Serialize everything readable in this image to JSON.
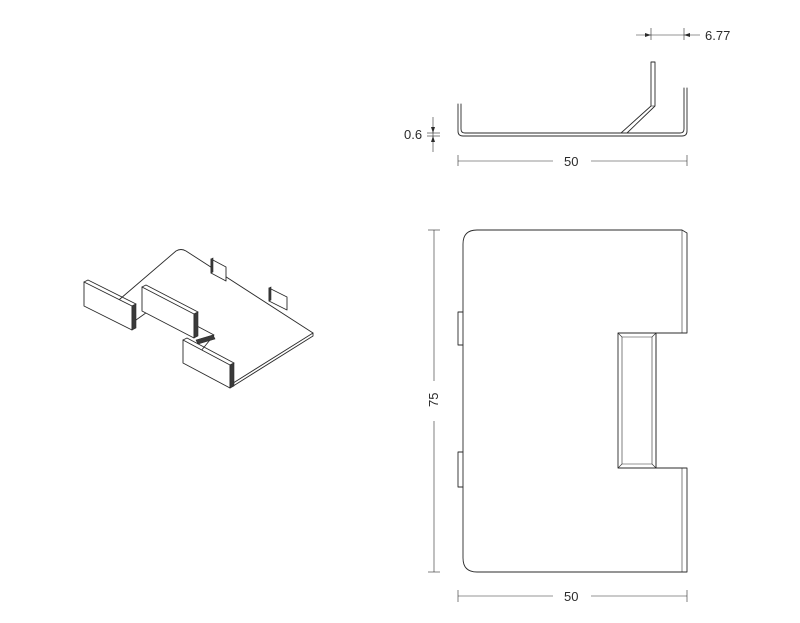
{
  "dimensions": {
    "tab_offset": "6.77",
    "sheet_thickness": "0.6",
    "side_view_width": "50",
    "plan_height": "75",
    "plan_width": "50"
  }
}
